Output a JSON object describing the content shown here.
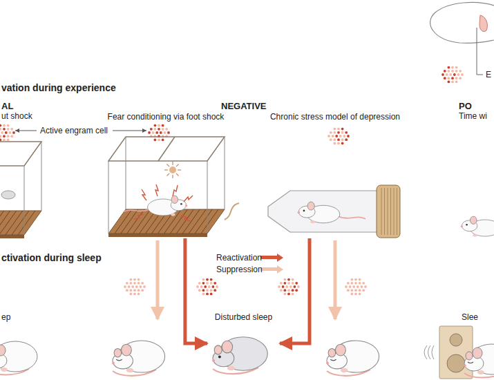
{
  "diagram": {
    "nodes": [
      {
        "text": [
          "AL",
          "ut shock"
        ]
      },
      {
        "text": [
          "Fear conditioning via foot shock"
        ]
      },
      {
        "text": [
          "Chronic stress model of depression"
        ]
      },
      {
        "text": [
          "PO",
          "Time wi"
        ]
      },
      {
        "text": [
          "ep"
        ]
      },
      {
        "text": [
          "Disturbed sleep"
        ]
      },
      {
        "text": [
          "Slee"
        ]
      }
    ],
    "edges": [
      {
        "from": 1,
        "to": 5,
        "arrow": "to"
      },
      {
        "from": 2,
        "to": 5,
        "arrow": "to"
      }
    ],
    "labels": [
      "E",
      "vation during experience",
      "NEGATIVE",
      "Active engram cell",
      "ctivation during sleep"
    ],
    "legend": [
      {
        "text": "Reactivation",
        "color": "#d4553a"
      },
      {
        "text": "Suppression",
        "color": "#f2c2ab"
      }
    ]
  }
}
